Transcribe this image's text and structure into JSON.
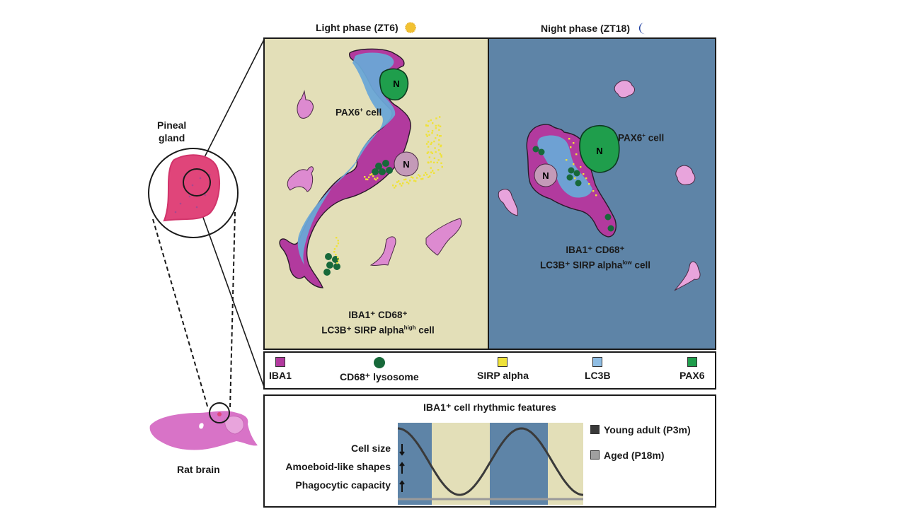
{
  "headers": {
    "light": "Light phase (ZT6)",
    "night": "Night phase (ZT18)",
    "light_icon": "sun-icon",
    "night_icon": "moon-icon"
  },
  "left": {
    "pineal_label_line1": "Pineal",
    "pineal_label_line2": "gland",
    "brain_label": "Rat brain"
  },
  "light_panel": {
    "pax6_label_main": "PAX6",
    "pax6_label_sup": "+",
    "pax6_label_rest": " cell",
    "nucleus_pax6": "N",
    "nucleus_iba1": "N",
    "cell_label_line1": "IBA1⁺ CD68⁺",
    "cell_label_line2_main": "LC3B⁺ SIRP alpha",
    "cell_label_line2_sup": "high",
    "cell_label_line2_rest": " cell"
  },
  "night_panel": {
    "pax6_label_main": "PAX6",
    "pax6_label_sup": "+",
    "pax6_label_rest": " cell",
    "nucleus_pax6": "N",
    "nucleus_iba1": "N",
    "cell_label_line1": "IBA1⁺ CD68⁺",
    "cell_label_line2_main": "LC3B⁺ SIRP alpha",
    "cell_label_line2_sup": "low",
    "cell_label_line2_rest": " cell"
  },
  "legend": [
    {
      "label": "IBA1",
      "shape": "square",
      "color": "#b23a9e"
    },
    {
      "label": "CD68⁺ lysosome",
      "shape": "circle",
      "color": "#17693a"
    },
    {
      "label": "SIRP alpha",
      "shape": "square-dotted",
      "color": "#efe23a"
    },
    {
      "label": "LC3B",
      "shape": "square-dotted",
      "color": "#8fbde3"
    },
    {
      "label": "PAX6",
      "shape": "square",
      "color": "#1f9e4c"
    }
  ],
  "colors": {
    "light_bg": "#e3dfb8",
    "night_bg": "#5e84a7",
    "iba1": "#b23a9e",
    "iba1_light": "#dd8ad0",
    "lc3b": "#6aa6d6",
    "pax6": "#1f9e4c",
    "lysosome": "#17693a",
    "sirp": "#efe23a",
    "nucleus": "#c49ab8",
    "pineal": "#e0457a"
  },
  "chart_data": {
    "type": "line",
    "title": "IBA1⁺ cell rhythmic features",
    "xlabel": "",
    "ylabel": "",
    "x_phases": [
      "night",
      "light",
      "night",
      "light"
    ],
    "series": [
      {
        "name": "Young adult (P3m)",
        "color": "#3a3a3a",
        "shape": "sinusoid",
        "start_phase": "peak",
        "periods_shown": 1.5
      },
      {
        "name": "Aged (P18m)",
        "color": "#9a9a9a",
        "shape": "flat"
      }
    ],
    "features": [
      {
        "label": "Cell size",
        "direction": "down"
      },
      {
        "label": "Amoeboid-like shapes",
        "direction": "up"
      },
      {
        "label": "Phagocytic capacity",
        "direction": "up"
      }
    ],
    "legend_position": "right",
    "grid": false
  }
}
